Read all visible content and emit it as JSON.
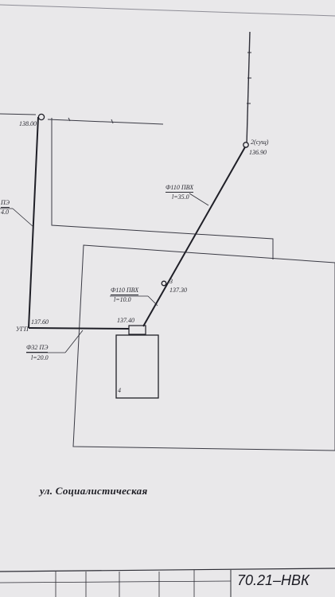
{
  "nodes": {
    "n2_label": "2(сущ)",
    "n2_elev": "136.90",
    "n3_label": "3",
    "n3_elev": "137.30",
    "n_left_elev": "138.00",
    "ugp_label": "УГП",
    "ugp_elev": "137.60",
    "building_elev": "137.40",
    "building_num": "4"
  },
  "pipes": {
    "upper_pvh_name": "Ф110  ПВХ",
    "upper_pvh_len": "l=35.0",
    "lower_pvh_name": "Ф110  ПВХ",
    "lower_pvh_len": "l=10.0",
    "pe32_name": "Ф32  ПЭ",
    "pe32_len": "l=20.0",
    "pe_left_name": "ПЭ",
    "pe_left_len": "4.0"
  },
  "street": "ул.  Социалистическая",
  "stamp": {
    "code": "70.21–НВК"
  },
  "colors": {
    "paper": "#e9e8ea",
    "line": "#2b2b33",
    "faint": "#8e8d96"
  }
}
